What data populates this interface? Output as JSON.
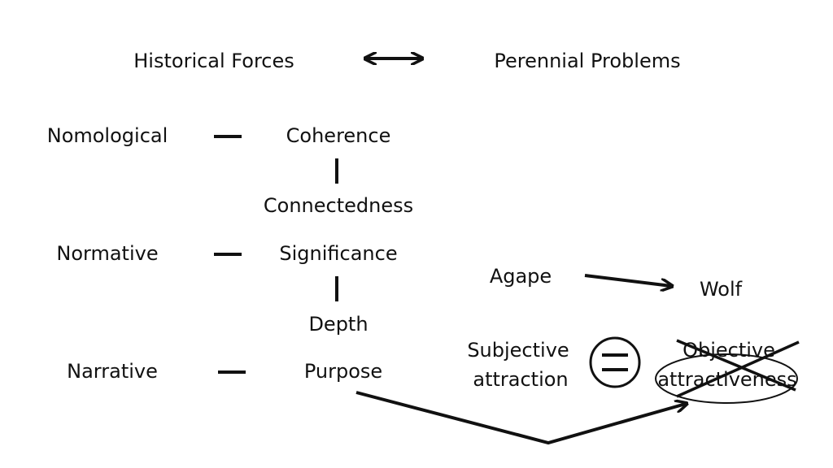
{
  "header": {
    "left": "Historical Forces",
    "right": "Perennial Problems"
  },
  "rows": {
    "nomological": {
      "label": "Nomological",
      "term": "Coherence"
    },
    "connectedness": "Connectedness",
    "normative": {
      "label": "Normative",
      "term": "Significance"
    },
    "depth": "Depth",
    "narrative": {
      "label": "Narrative",
      "term": "Purpose"
    }
  },
  "right_side": {
    "agape": "Agape",
    "wolf": "Wolf",
    "subjective_line1": "Subjective",
    "subjective_line2": "attraction",
    "objective_line1": "Objective",
    "objective_line2": "attractiveness"
  },
  "colors": {
    "ink": "#111111",
    "background": "#ffffff"
  }
}
